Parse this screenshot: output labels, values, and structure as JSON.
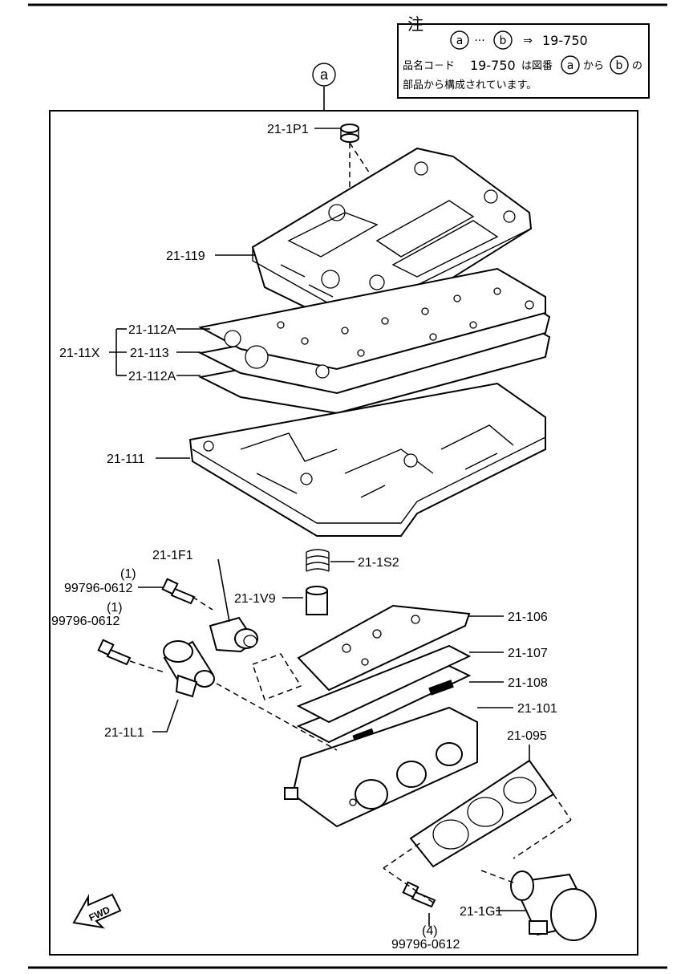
{
  "note": {
    "title": "注",
    "line1_a": "a",
    "line1_dots": "···",
    "line1_b": "b",
    "line1_arrow": "⇒",
    "line1_ref": "19-750",
    "line2_pre": "品名コ－ド",
    "line2_ref": "19-750",
    "line2_mid": "は図番",
    "line2_a": "a",
    "line2_from": "から",
    "line2_b": "b",
    "line2_post": "の",
    "line3": "部品から構成されています。"
  },
  "group_marker": "a",
  "fwd_label": "FWD",
  "part_labels": {
    "p21_1p1": "21-1P1",
    "p21_119": "21-119",
    "p21_112a_top": "21-112A",
    "p21_11x": "21-11X",
    "p21_113": "21-113",
    "p21_112a_bottom": "21-112A",
    "p21_111": "21-111",
    "p21_1f1": "21-1F1",
    "p21_1s2": "21-1S2",
    "p21_1v9": "21-1V9",
    "bolt1_qty": "(1)",
    "bolt1_code": "99796-0612",
    "bolt2_qty": "(1)",
    "bolt2_code": "99796-0612",
    "p21_106": "21-106",
    "p21_107": "21-107",
    "p21_108": "21-108",
    "p21_101": "21-101",
    "p21_1l1": "21-1L1",
    "p21_095": "21-095",
    "p21_1g1": "21-1G1",
    "bolt3_qty": "(4)",
    "bolt3_code": "99796-0612"
  }
}
